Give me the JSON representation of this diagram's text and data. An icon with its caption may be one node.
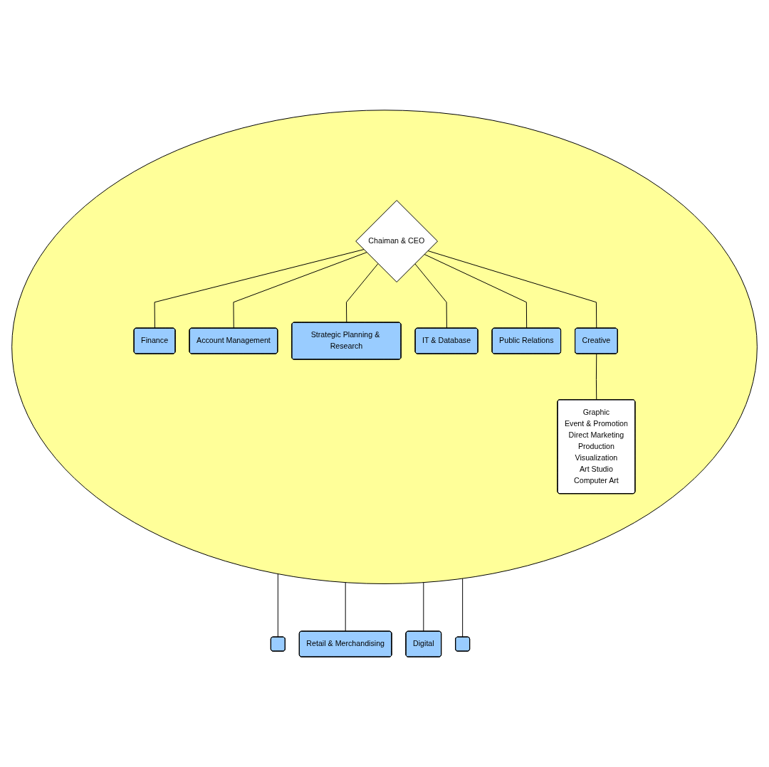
{
  "diagram": {
    "nodes": [
      {
        "text": [],
        "shape": "circle"
      },
      {
        "text": [
          "Chaiman & CEO"
        ],
        "in": 0
      },
      {
        "text": [
          "Finance"
        ],
        "in": 0
      },
      {
        "text": [
          "Account Management"
        ],
        "in": 0
      },
      {
        "text": [
          "Strategic Planning & Research"
        ],
        "in": 0
      },
      {
        "text": [
          "IT & Database"
        ],
        "in": 0
      },
      {
        "text": [
          "Public Relations"
        ],
        "in": 0
      },
      {
        "text": [
          "Creative"
        ],
        "in": 0
      },
      {
        "text": [
          "Graphic",
          "Event & Promotion",
          "Direct Marketing",
          "Production",
          "Visualization",
          "Art Studio",
          "Computer Art"
        ],
        "in": 0
      },
      {
        "text": [],
        "shape": "box"
      },
      {
        "text": [
          "Retail & Merchandising"
        ]
      },
      {
        "text": [
          "Digital"
        ]
      },
      {
        "text": [],
        "shape": "box"
      }
    ],
    "edges": [
      {
        "from": 1,
        "to": 2,
        "arrow": "none"
      },
      {
        "from": 1,
        "to": 3,
        "arrow": "none"
      },
      {
        "from": 1,
        "to": 4,
        "arrow": "none"
      },
      {
        "from": 1,
        "to": 5,
        "arrow": "none"
      },
      {
        "from": 1,
        "to": 6,
        "arrow": "none"
      },
      {
        "from": 1,
        "to": 7,
        "arrow": "none"
      },
      {
        "from": 7,
        "to": 8,
        "arrow": "none"
      },
      {
        "from": 0,
        "to": 9,
        "arrow": "none"
      },
      {
        "from": 0,
        "to": 10,
        "arrow": "none"
      },
      {
        "from": 0,
        "to": 11,
        "arrow": "none"
      },
      {
        "from": 0,
        "to": 12,
        "arrow": "none"
      }
    ]
  }
}
